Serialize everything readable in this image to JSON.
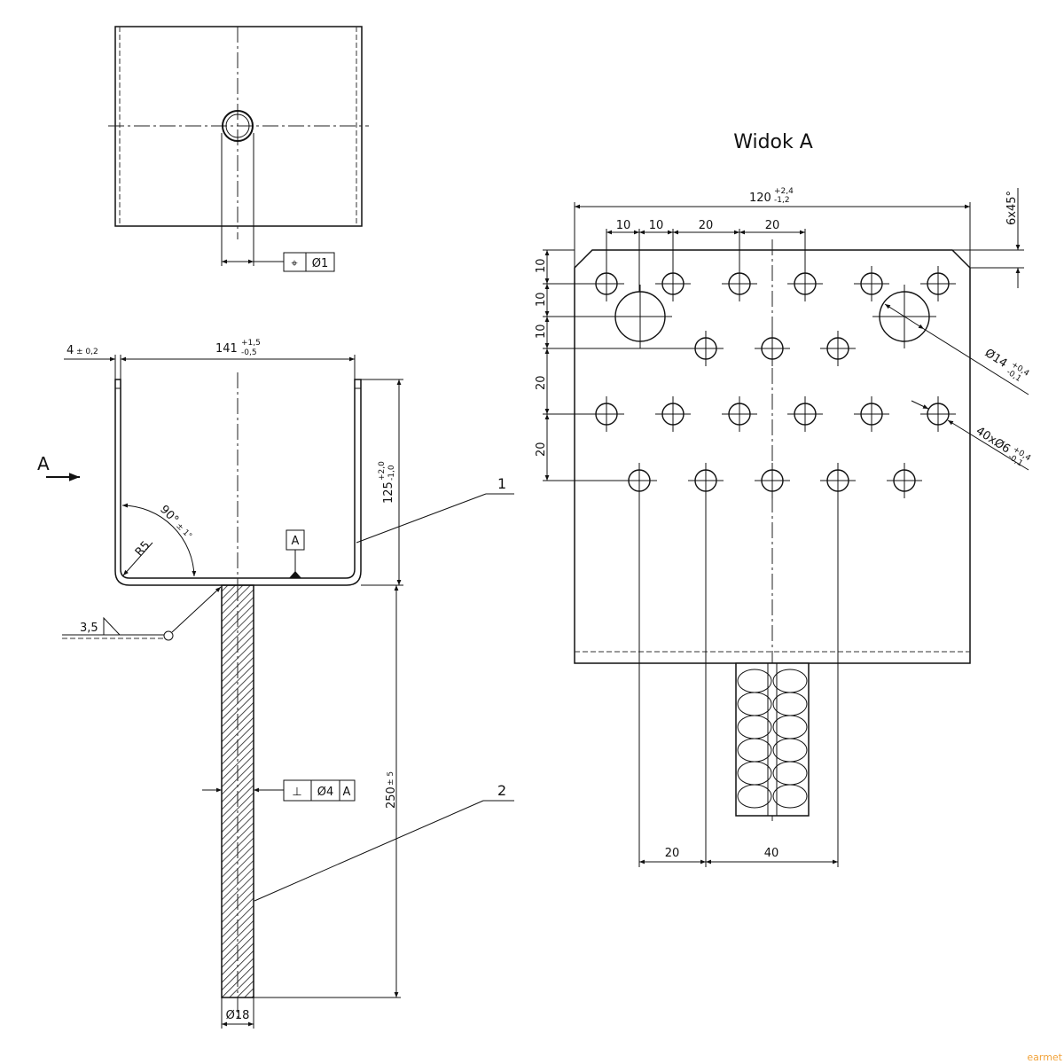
{
  "top_view": {
    "position_tolerance": {
      "symbol": "⌖",
      "value": "Ø1"
    }
  },
  "front_view": {
    "view_arrow": "A",
    "width_dim": {
      "value": "141",
      "upper": "+1,5",
      "lower": "-0,5"
    },
    "thickness_dim": {
      "value": "4",
      "tol": "± 0,2"
    },
    "height_dim": {
      "value": "125",
      "upper": "+2,0",
      "lower": "-1,0"
    },
    "angle_dim": {
      "value": "90°",
      "tol": "± 1°"
    },
    "radius_dim": "R5",
    "datum": "A",
    "weld": {
      "size": "3,5"
    },
    "rebar_length_dim": {
      "value": "250",
      "tol": "± 5"
    },
    "rebar_diameter": "Ø18",
    "perpendicularity": {
      "symbol": "⊥",
      "value": "Ø4",
      "datum": "A"
    },
    "part_labels": [
      "1",
      "2"
    ]
  },
  "view_a": {
    "title": "Widok A",
    "width_dim": {
      "value": "120",
      "upper": "+2,4",
      "lower": "-1,2"
    },
    "chamfer": "6x45°",
    "top_dims": [
      "10",
      "10",
      "20",
      "20"
    ],
    "left_dims": [
      "10",
      "10",
      "10",
      "20",
      "20"
    ],
    "large_hole": {
      "value": "Ø14",
      "upper": "+0,4",
      "lower": "-0,1"
    },
    "small_holes": {
      "value": "40xØ6",
      "upper": "+0,4",
      "lower": "-0,1"
    },
    "bottom_dims": [
      "20",
      "40"
    ]
  },
  "watermark": "earmet"
}
